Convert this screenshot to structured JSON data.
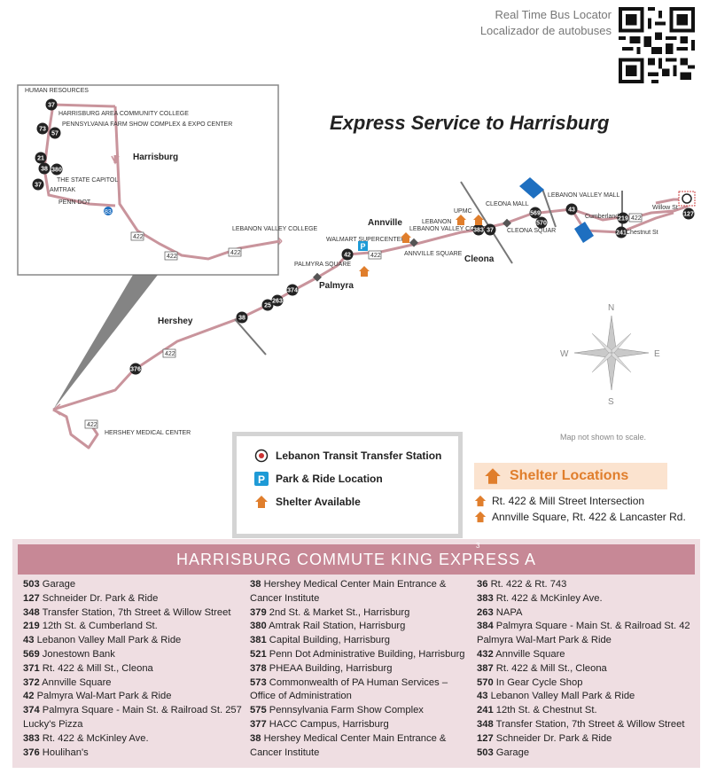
{
  "locator": {
    "line1": "Real Time Bus Locator",
    "line2": "Localizador de autobuses"
  },
  "title": "Express Service to Harrisburg",
  "map": {
    "places": {
      "harrisburg": "Harrisburg",
      "hershey": "Hershey",
      "palmyra": "Palmyra",
      "annville": "Annville",
      "cleona": "Cleona",
      "lebanon": "LEBANON"
    },
    "labels": {
      "human_resources": "HUMAN RESOURCES",
      "hacc": "HARRISBURG AREA COMMUNITY COLLEGE",
      "farm_show": "PENNSYLVANIA FARM SHOW COMPLEX & EXPO CENTER",
      "penn_dot": "PENN DOT",
      "capitol": "THE STATE CAPITOL",
      "amtrak": "AMTRAK",
      "lebanon_valley_college": "LEBANON VALLEY COLLEGE",
      "walmart": "WALMART SUPERCENTER",
      "palmyra_square": "PALMYRA SQUARE",
      "annville_square": "ANNVILLE SQUARE",
      "cleona_mall": "CLEONA MALL",
      "cleona_square": "CLEONA SQUAR",
      "upmc": "UPMC",
      "lebanon_valley_mall": "LEBANON VALLEY MALL",
      "hershey_medical": "HERSHEY MEDICAL CENTER",
      "route": "422",
      "route_i83": "83",
      "cumberland": "Cumberland St",
      "chestnut": "Chestnut St",
      "willow": "Willow St"
    },
    "stops": [
      "37",
      "73",
      "57",
      "21",
      "38",
      "380",
      "37",
      "38",
      "25",
      "263",
      "374",
      "42",
      "383",
      "37",
      "569",
      "570",
      "43",
      "219",
      "241",
      "127",
      "376"
    ],
    "compass": {
      "n": "N",
      "s": "S",
      "e": "E",
      "w": "W"
    },
    "note": "Map not shown to scale."
  },
  "legend": {
    "transfer": "Lebanon Transit Transfer Station",
    "park_ride": "Park & Ride Location",
    "shelter": "Shelter Available"
  },
  "shelters": {
    "title": "Shelter Locations",
    "items": [
      "Rt. 422 & Mill Street Intersection",
      "Annville Square, Rt. 422 & Lancaster Rd."
    ]
  },
  "schedule": {
    "title": "HARRISBURG COMMUTE KING EXPRESS A",
    "small_num": "3",
    "col1": [
      {
        "num": "503",
        "text": "Garage"
      },
      {
        "num": "127",
        "text": "Schneider Dr. Park & Ride"
      },
      {
        "num": "348",
        "text": "Transfer Station, 7th Street & Willow Street"
      },
      {
        "num": "219",
        "text": "12th St. & Cumberland St."
      },
      {
        "num": "43",
        "text": "Lebanon Valley Mall Park & Ride"
      },
      {
        "num": "569",
        "text": "Jonestown Bank"
      },
      {
        "num": "371",
        "text": "Rt. 422 & Mill St., Cleona"
      },
      {
        "num": "372",
        "text": "Annville Square"
      },
      {
        "num": "42",
        "text": "Palmyra Wal-Mart Park & Ride"
      },
      {
        "num": "374",
        "text": "Palmyra Square - Main St. & Railroad St. 257"
      },
      {
        "num": "",
        "text": "Lucky's Pizza"
      },
      {
        "num": "383",
        "text": "Rt. 422 & McKinley Ave."
      },
      {
        "num": "376",
        "text": "Houlihan's"
      }
    ],
    "col2": [
      {
        "num": "38",
        "text": "Hershey Medical Center Main Entrance &"
      },
      {
        "num": "",
        "text": "Cancer Institute"
      },
      {
        "num": "379",
        "text": "2nd St. & Market St., Harrisburg"
      },
      {
        "num": "380",
        "text": "Amtrak Rail Station, Harrisburg"
      },
      {
        "num": "381",
        "text": "Capital Building, Harrisburg"
      },
      {
        "num": "521",
        "text": "Penn Dot Administrative Building, Harrisburg"
      },
      {
        "num": "378",
        "text": "PHEAA Building, Harrisburg"
      },
      {
        "num": "573",
        "text": "Commonwealth of PA Human Services –"
      },
      {
        "num": "",
        "text": "Office of Administration"
      },
      {
        "num": "575",
        "text": "Pennsylvania Farm Show Complex"
      },
      {
        "num": "377",
        "text": "HACC Campus, Harrisburg"
      },
      {
        "num": "38",
        "text": "Hershey Medical Center Main Entrance &"
      },
      {
        "num": "",
        "text": "Cancer Institute"
      }
    ],
    "col3": [
      {
        "num": "36",
        "text": "Rt. 422 & Rt. 743"
      },
      {
        "num": "383",
        "text": "Rt. 422 & McKinley Ave."
      },
      {
        "num": "263",
        "text": "NAPA"
      },
      {
        "num": "384",
        "text": "Palmyra Square - Main St. & Railroad St. 42"
      },
      {
        "num": "",
        "text": "Palmyra Wal-Mart Park & Ride"
      },
      {
        "num": "432",
        "text": "Annville Square"
      },
      {
        "num": "387",
        "text": "Rt. 422 & Mill St., Cleona"
      },
      {
        "num": "570",
        "text": "In Gear Cycle Shop"
      },
      {
        "num": "43",
        "text": "Lebanon Valley Mall Park & Ride"
      },
      {
        "num": "241",
        "text": "12th St. & Chestnut St."
      },
      {
        "num": "348",
        "text": "Transfer Station, 7th Street & Willow Street"
      },
      {
        "num": "127",
        "text": "Schneider Dr. Park & Ride"
      },
      {
        "num": "503",
        "text": "Garage"
      }
    ]
  },
  "colors": {
    "route": "#c9949c",
    "header": "#c78896",
    "panel": "#efdee2",
    "shelter": "#e07e2c",
    "parkride": "#1e9ad6"
  }
}
